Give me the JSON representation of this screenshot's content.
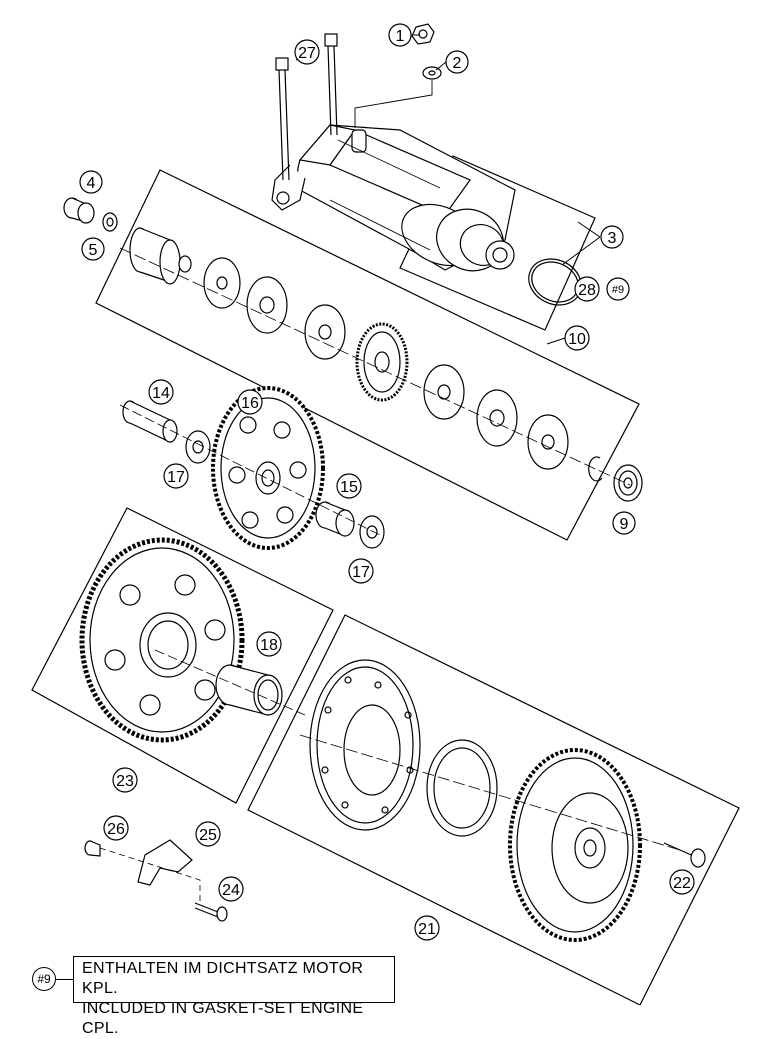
{
  "callouts": {
    "c1": "1",
    "c2": "2",
    "c3": "3",
    "c4": "4",
    "c5": "5",
    "c9": "9",
    "c10": "10",
    "c14": "14",
    "c15": "15",
    "c16": "16",
    "c17a": "17",
    "c17b": "17",
    "c18": "18",
    "c21": "21",
    "c22": "22",
    "c23": "23",
    "c24": "24",
    "c25": "25",
    "c26": "26",
    "c27": "27",
    "c28": "28",
    "c28_ref": "#9"
  },
  "legend": {
    "ref": "#9",
    "line1": "ENTHALTEN IM DICHTSATZ MOTOR KPL.",
    "line2": "INCLUDED IN GASKET-SET ENGINE CPL."
  }
}
